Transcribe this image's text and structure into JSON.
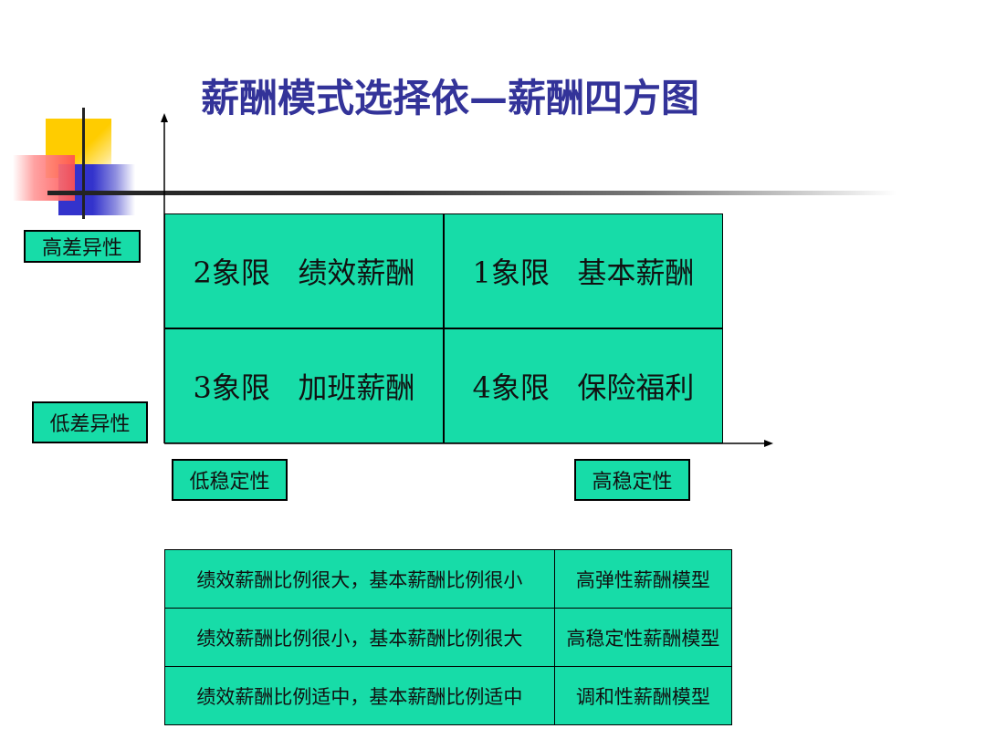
{
  "title": "薪酬模式选择依—薪酬四方图",
  "quadrants": {
    "q2": "2象限   绩效薪酬",
    "q1": "1象限   基本薪酬",
    "q3": "3象限   加班薪酬",
    "q4": "4象限   保险福利"
  },
  "y_axis": {
    "high_label": "高差异性",
    "low_label": "低差异性"
  },
  "x_axis": {
    "low_label": "低稳定性",
    "high_label": "高稳定性"
  },
  "table": {
    "rows": [
      {
        "description": "绩效薪酬比例很大，基本薪酬比例很小",
        "model": "高弹性薪酬模型"
      },
      {
        "description": "绩效薪酬比例很小，基本薪酬比例很大",
        "model": "高稳定性薪酬模型"
      },
      {
        "description": "绩效薪酬比例适中，基本薪酬比例适中",
        "model": "调和性薪酬模型"
      }
    ]
  },
  "colors": {
    "quadrant_fill": "#17dca8",
    "title": "#333399",
    "deco_yellow": "#ffcc00",
    "deco_blue": "#3333cc",
    "deco_red": "#ff5050"
  }
}
